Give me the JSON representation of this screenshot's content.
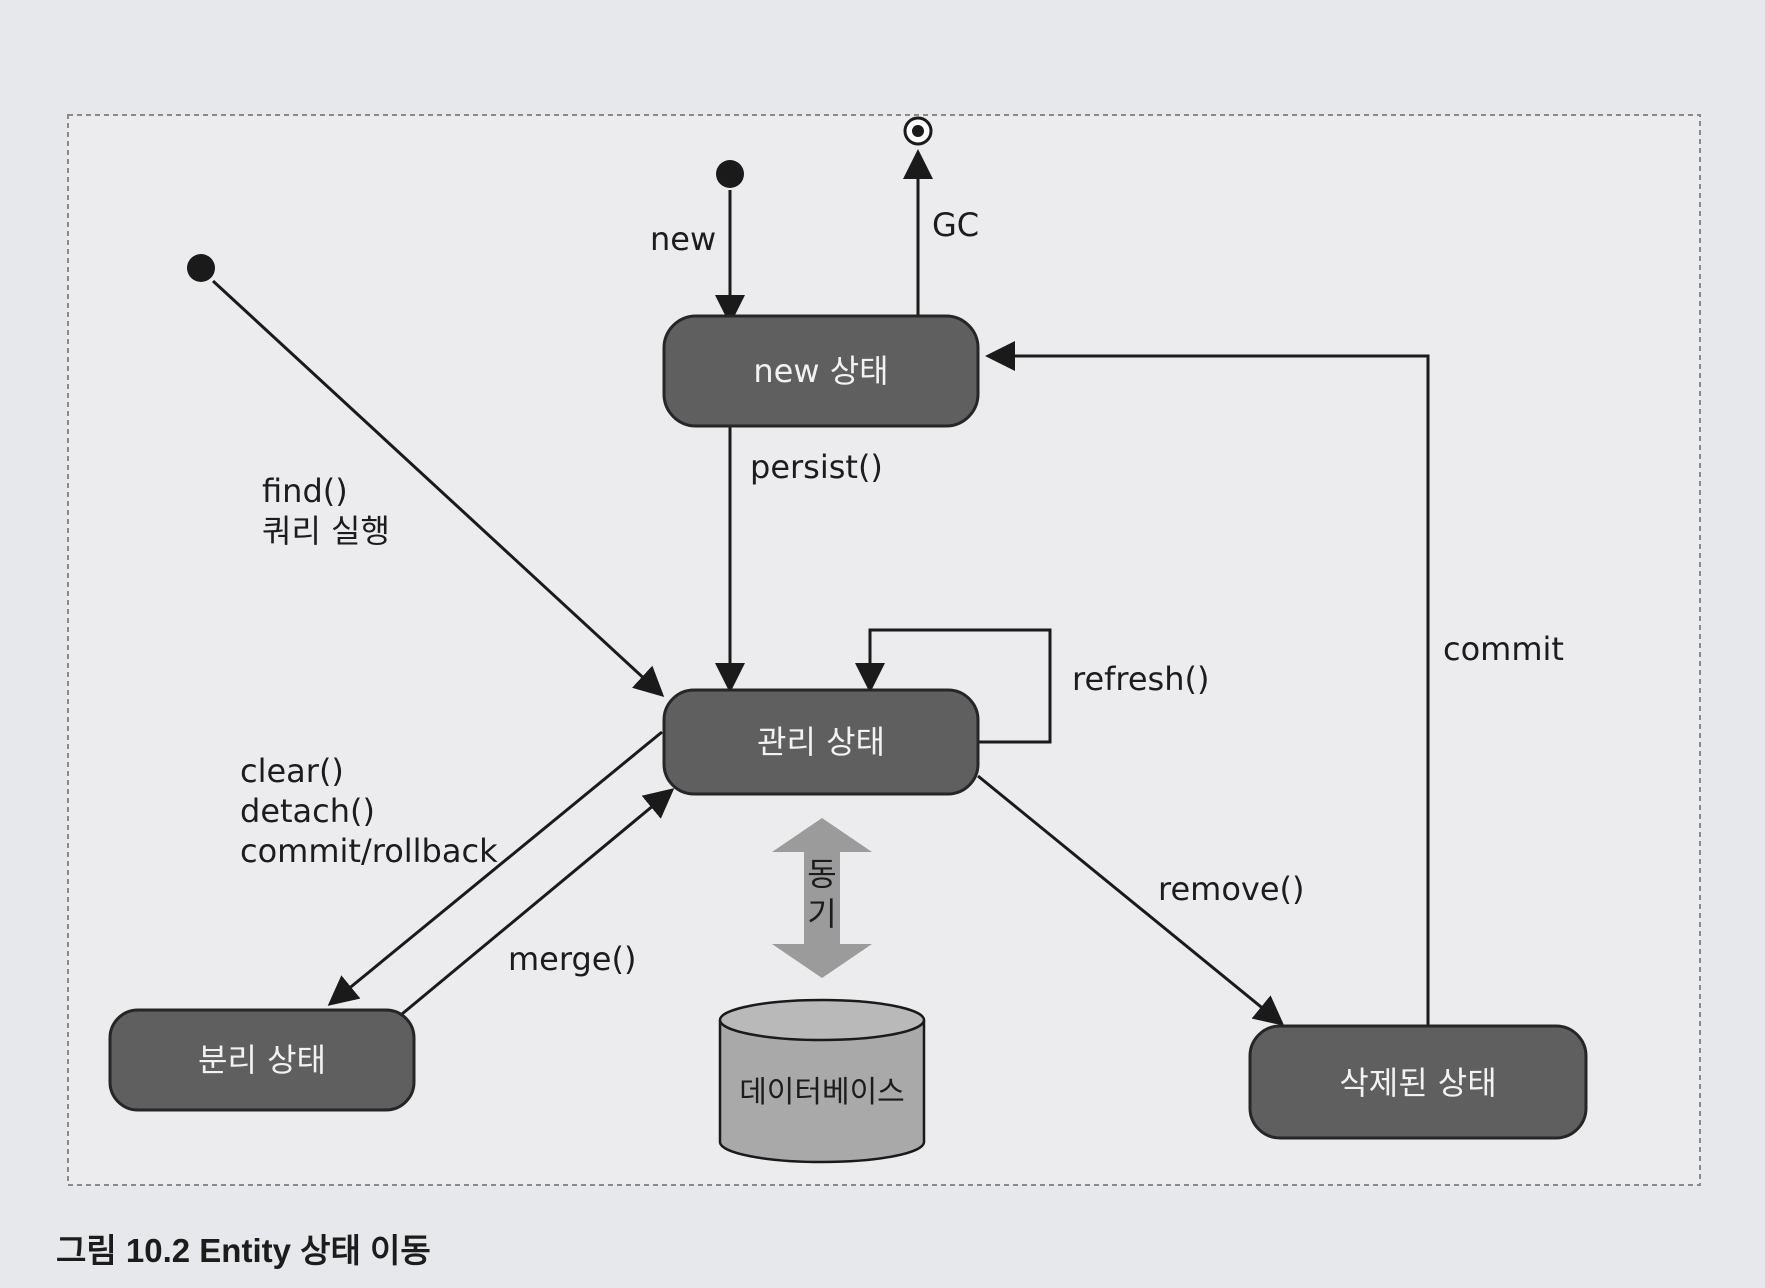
{
  "states": {
    "new": "new 상태",
    "managed": "관리 상태",
    "detached": "분리 상태",
    "removed": "삭제된 상태"
  },
  "transitions": {
    "new": "new",
    "gc": "GC",
    "persist": "persist()",
    "find_line1": "find()",
    "find_line2": "쿼리 실행",
    "refresh": "refresh()",
    "clear": "clear()",
    "detach": "detach()",
    "commit_rollback": "commit/rollback",
    "merge": "merge()",
    "remove": "remove()",
    "commit": "commit"
  },
  "sync": {
    "line1": "동",
    "line2": "기"
  },
  "database": {
    "label": "데이터베이스"
  },
  "caption": "그림 10.2 Entity 상태 이동",
  "colors": {
    "state_fill": "#5f5f5f",
    "state_border": "#262626",
    "page_background": "#e7e8ec",
    "sync_arrow": "#9b9b9b",
    "db_fill": "#a9a9a9"
  }
}
